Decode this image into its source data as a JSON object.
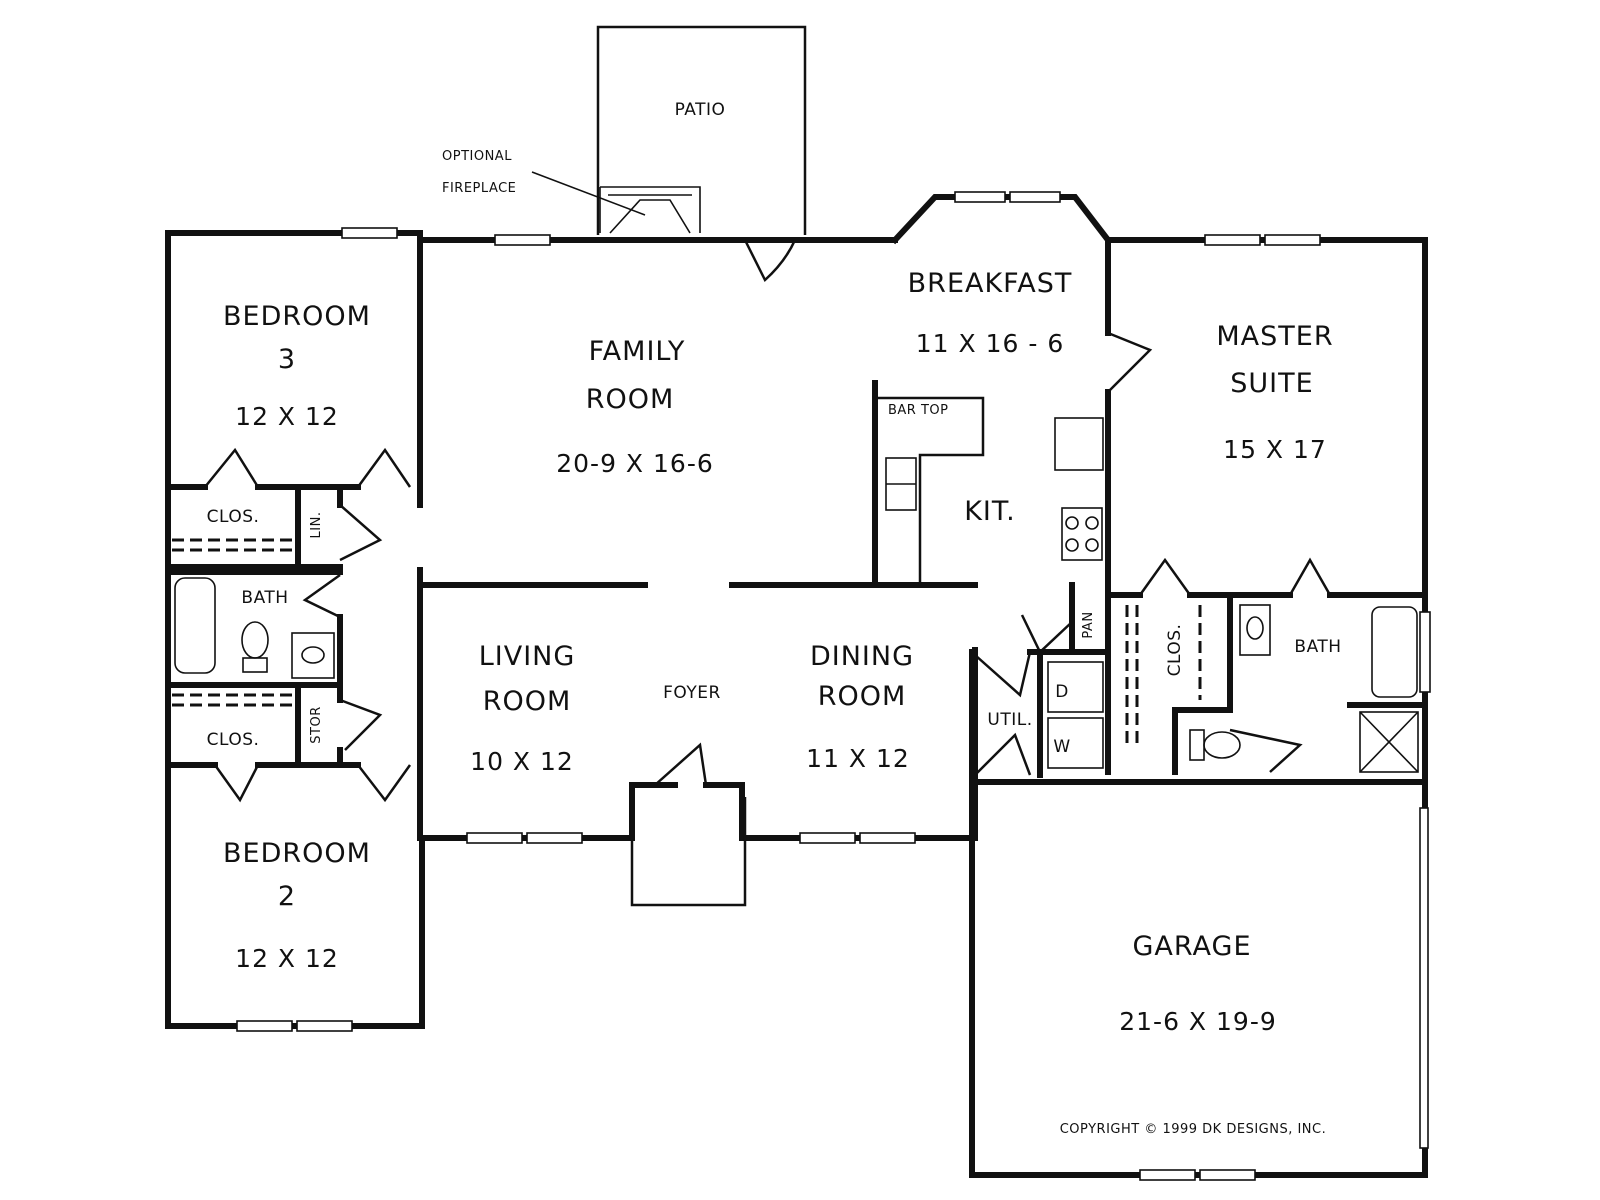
{
  "rooms": {
    "patio": "PATIO",
    "fireplace_note_1": "OPTIONAL",
    "fireplace_note_2": "FIREPLACE",
    "bedroom3_name": "BEDROOM",
    "bedroom3_num": "3",
    "bedroom3_size": "12 X 12",
    "family_name_1": "FAMILY",
    "family_name_2": "ROOM",
    "family_size": "20-9 X 16-6",
    "breakfast_name": "BREAKFAST",
    "breakfast_size": "11 X 16 - 6",
    "master_name_1": "MASTER",
    "master_name_2": "SUITE",
    "master_size": "15 X 17",
    "bar_top": "BAR TOP",
    "kitchen": "KIT.",
    "clos_upper": "CLOS.",
    "lin": "LIN.",
    "bath_hall": "BATH",
    "stor": "STOR",
    "clos_lower": "CLOS.",
    "living_name_1": "LIVING",
    "living_name_2": "ROOM",
    "living_size": "10 X 12",
    "foyer": "FOYER",
    "dining_name_1": "DINING",
    "dining_name_2": "ROOM",
    "dining_size": "11 X 12",
    "util": "UTIL.",
    "pan": "PAN",
    "dryer": "D",
    "washer": "W",
    "master_clos": "CLOS.",
    "master_bath": "BATH",
    "bedroom2_name": "BEDROOM",
    "bedroom2_num": "2",
    "bedroom2_size": "12 X 12",
    "garage_name": "GARAGE",
    "garage_size": "21-6 X 19-9",
    "copyright": "COPYRIGHT © 1999 DK DESIGNS, INC."
  }
}
